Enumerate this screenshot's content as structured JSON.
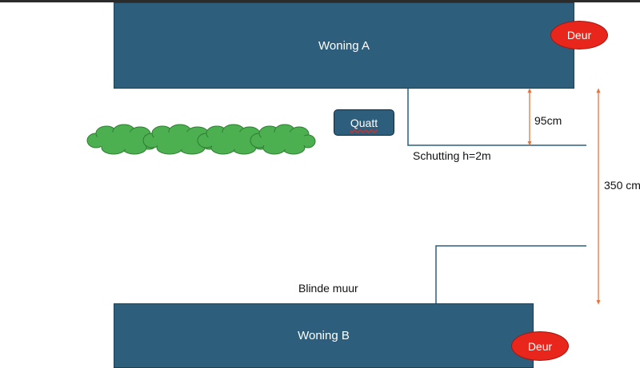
{
  "houses": {
    "a": {
      "label": "Woning A",
      "door_label": "Deur"
    },
    "b": {
      "label": "Woning B",
      "door_label": "Deur"
    }
  },
  "quatt": {
    "label": "Quatt"
  },
  "fence": {
    "label": "Schutting h=2m"
  },
  "wall": {
    "label": "Blinde muur"
  },
  "dimensions": {
    "small": "95cm",
    "large": "350 cm"
  },
  "colors": {
    "house": "#2d5f7d",
    "door": "#e8261b",
    "hedge": "#4caf50",
    "dimension": "#e8743b",
    "line": "#2d5f7d"
  }
}
